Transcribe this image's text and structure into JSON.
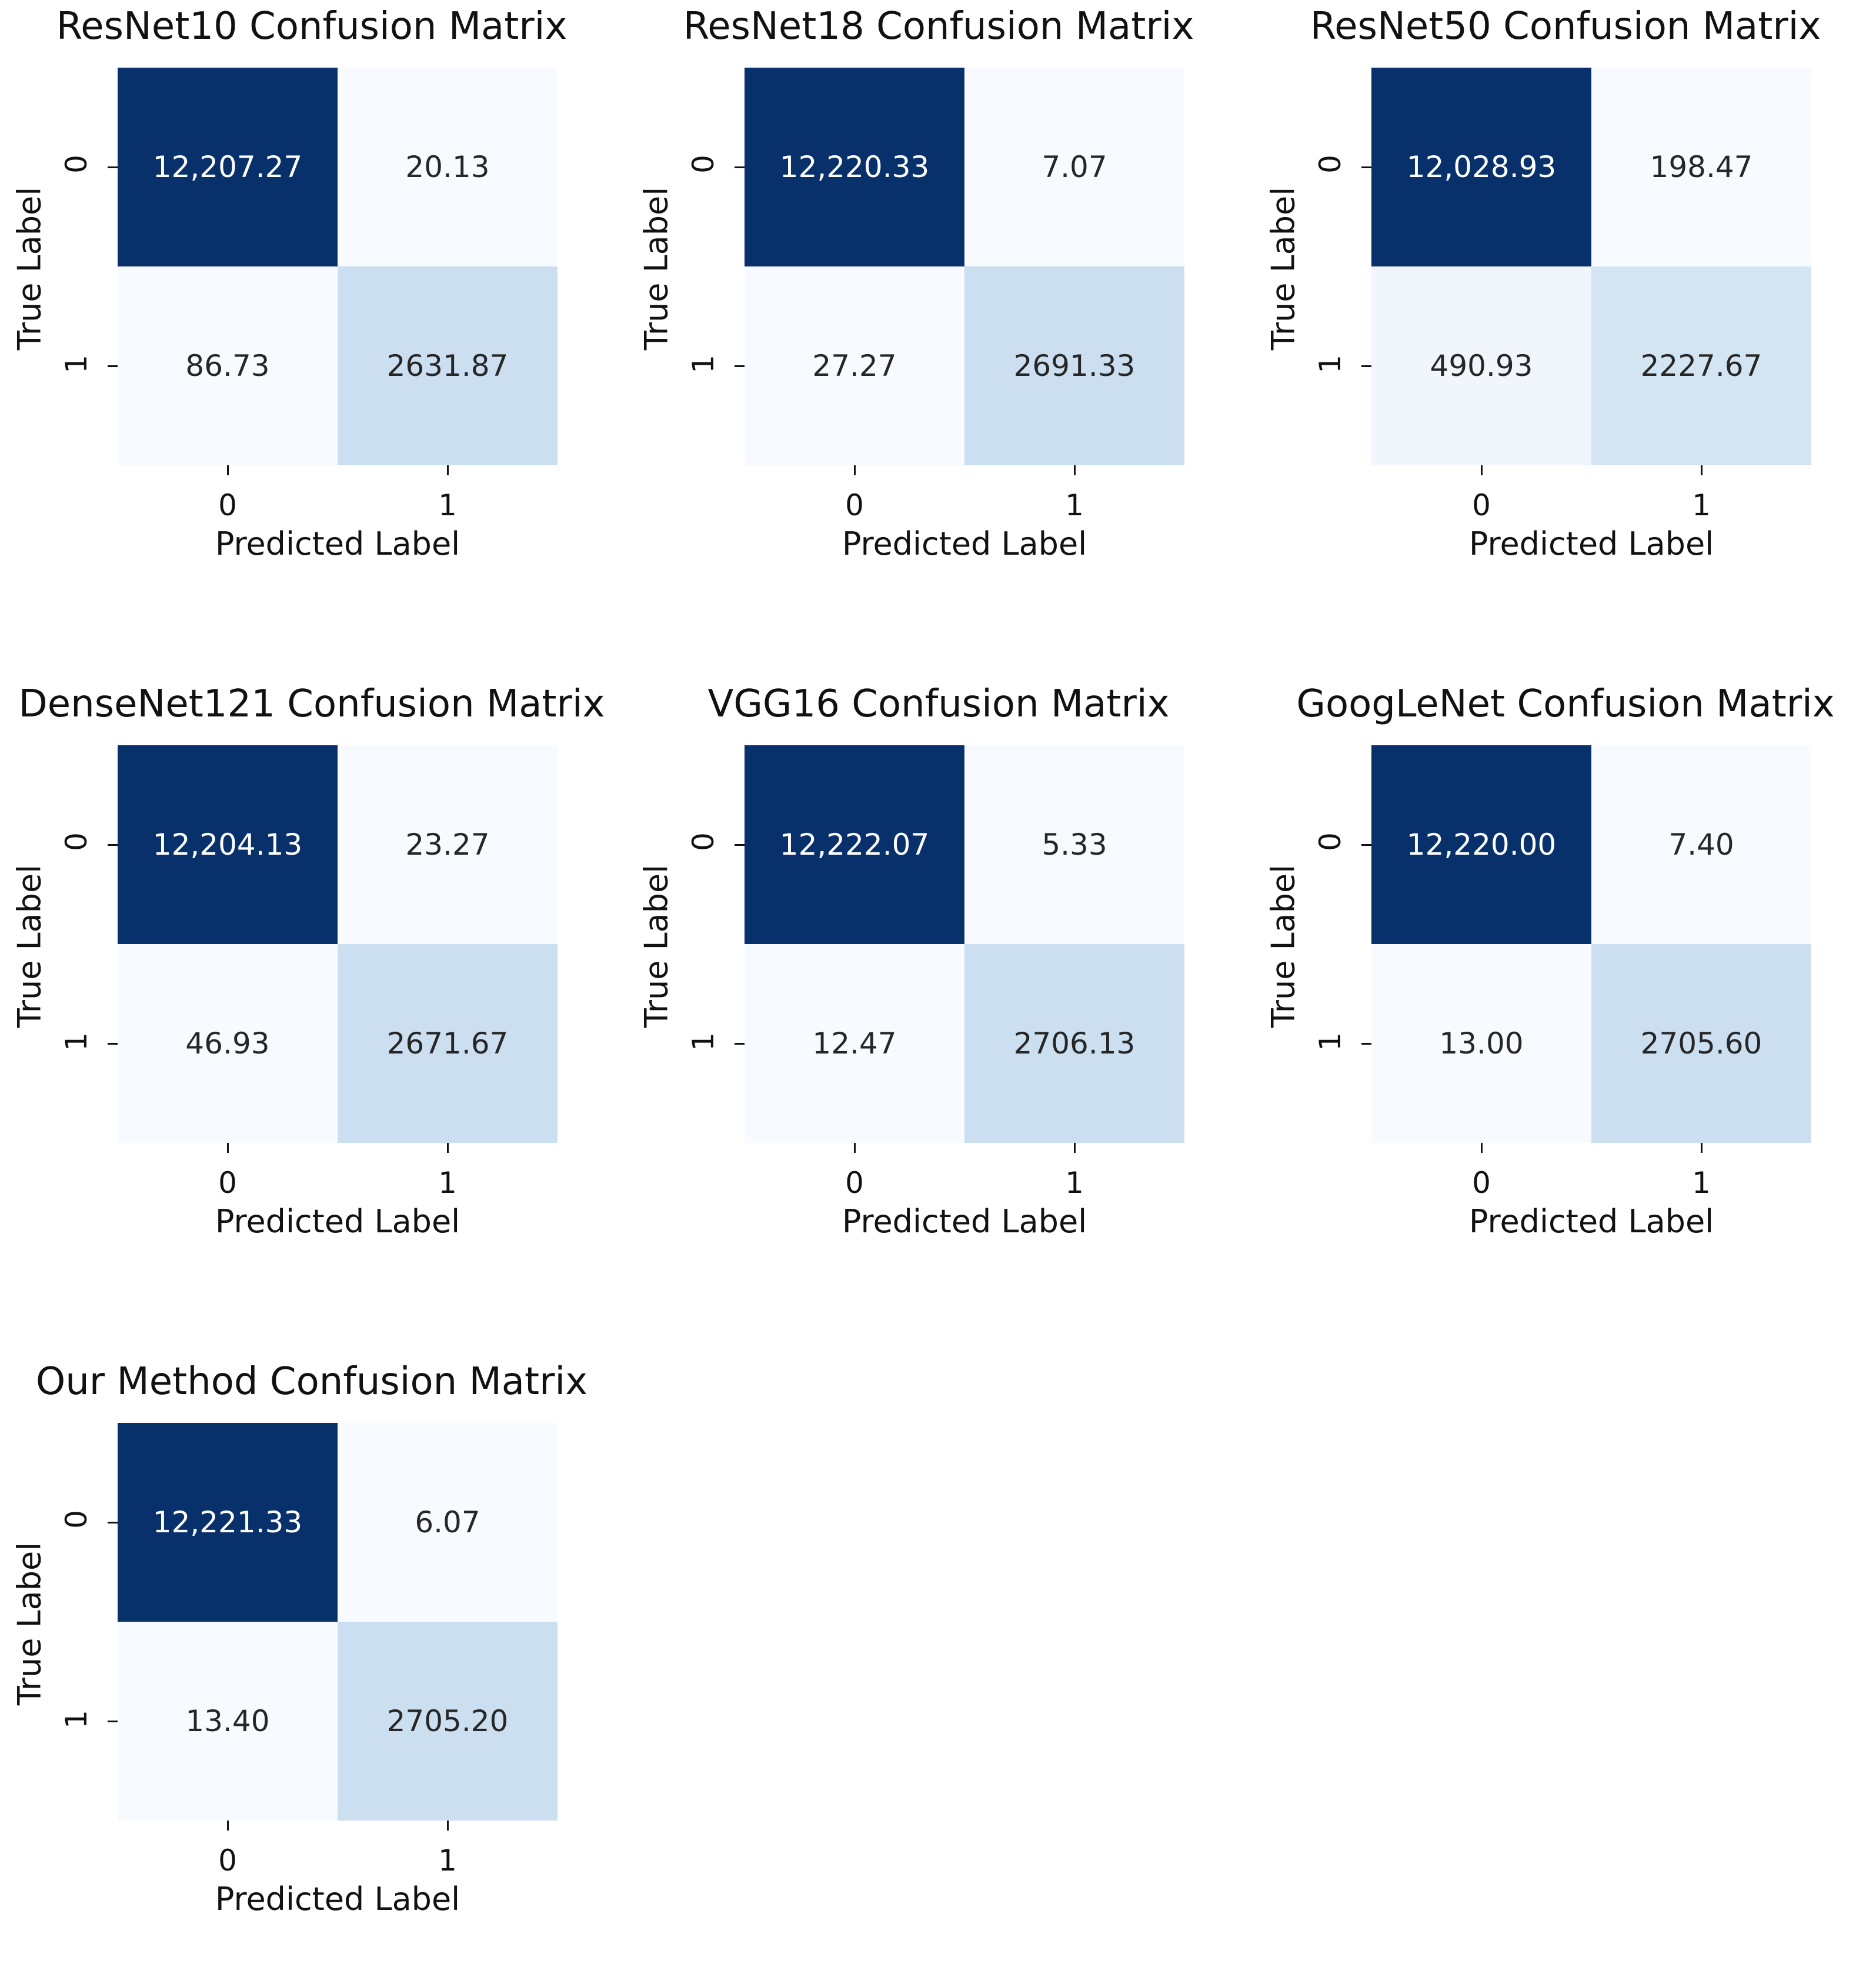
{
  "chart_data": [
    {
      "type": "heatmap",
      "title": "ResNet10 Confusion Matrix",
      "xlabel": "Predicted Label",
      "ylabel": "True Label",
      "x_ticks": [
        "0",
        "1"
      ],
      "y_ticks": [
        "0",
        "1"
      ],
      "colormap": "Blues",
      "values": [
        [
          12207.27,
          20.13
        ],
        [
          86.73,
          2631.87
        ]
      ],
      "labels": [
        [
          "12,207.27",
          "20.13"
        ],
        [
          "86.73",
          "2631.87"
        ]
      ]
    },
    {
      "type": "heatmap",
      "title": "ResNet18 Confusion Matrix",
      "xlabel": "Predicted Label",
      "ylabel": "True Label",
      "x_ticks": [
        "0",
        "1"
      ],
      "y_ticks": [
        "0",
        "1"
      ],
      "colormap": "Blues",
      "values": [
        [
          12220.33,
          7.07
        ],
        [
          27.27,
          2691.33
        ]
      ],
      "labels": [
        [
          "12,220.33",
          "7.07"
        ],
        [
          "27.27",
          "2691.33"
        ]
      ]
    },
    {
      "type": "heatmap",
      "title": "ResNet50 Confusion Matrix",
      "xlabel": "Predicted Label",
      "ylabel": "True Label",
      "x_ticks": [
        "0",
        "1"
      ],
      "y_ticks": [
        "0",
        "1"
      ],
      "colormap": "Blues",
      "values": [
        [
          12028.93,
          198.47
        ],
        [
          490.93,
          2227.67
        ]
      ],
      "labels": [
        [
          "12,028.93",
          "198.47"
        ],
        [
          "490.93",
          "2227.67"
        ]
      ]
    },
    {
      "type": "heatmap",
      "title": "DenseNet121 Confusion Matrix",
      "xlabel": "Predicted Label",
      "ylabel": "True Label",
      "x_ticks": [
        "0",
        "1"
      ],
      "y_ticks": [
        "0",
        "1"
      ],
      "colormap": "Blues",
      "values": [
        [
          12204.13,
          23.27
        ],
        [
          46.93,
          2671.67
        ]
      ],
      "labels": [
        [
          "12,204.13",
          "23.27"
        ],
        [
          "46.93",
          "2671.67"
        ]
      ]
    },
    {
      "type": "heatmap",
      "title": "VGG16 Confusion Matrix",
      "xlabel": "Predicted Label",
      "ylabel": "True Label",
      "x_ticks": [
        "0",
        "1"
      ],
      "y_ticks": [
        "0",
        "1"
      ],
      "colormap": "Blues",
      "values": [
        [
          12222.07,
          5.33
        ],
        [
          12.47,
          2706.13
        ]
      ],
      "labels": [
        [
          "12,222.07",
          "5.33"
        ],
        [
          "12.47",
          "2706.13"
        ]
      ]
    },
    {
      "type": "heatmap",
      "title": "GoogLeNet Confusion Matrix",
      "xlabel": "Predicted Label",
      "ylabel": "True Label",
      "x_ticks": [
        "0",
        "1"
      ],
      "y_ticks": [
        "0",
        "1"
      ],
      "colormap": "Blues",
      "values": [
        [
          12220.0,
          7.4
        ],
        [
          13.0,
          2705.6
        ]
      ],
      "labels": [
        [
          "12,220.00",
          "7.40"
        ],
        [
          "13.00",
          "2705.60"
        ]
      ]
    },
    {
      "type": "heatmap",
      "title": "Our Method Confusion Matrix",
      "xlabel": "Predicted Label",
      "ylabel": "True Label",
      "x_ticks": [
        "0",
        "1"
      ],
      "y_ticks": [
        "0",
        "1"
      ],
      "colormap": "Blues",
      "values": [
        [
          12221.33,
          6.07
        ],
        [
          13.4,
          2705.2
        ]
      ],
      "labels": [
        [
          "12,221.33",
          "6.07"
        ],
        [
          "13.40",
          "2705.20"
        ]
      ]
    }
  ],
  "colors": {
    "dark": "#08306b",
    "light": "#f7fbff",
    "mid": "#cbdff1"
  }
}
